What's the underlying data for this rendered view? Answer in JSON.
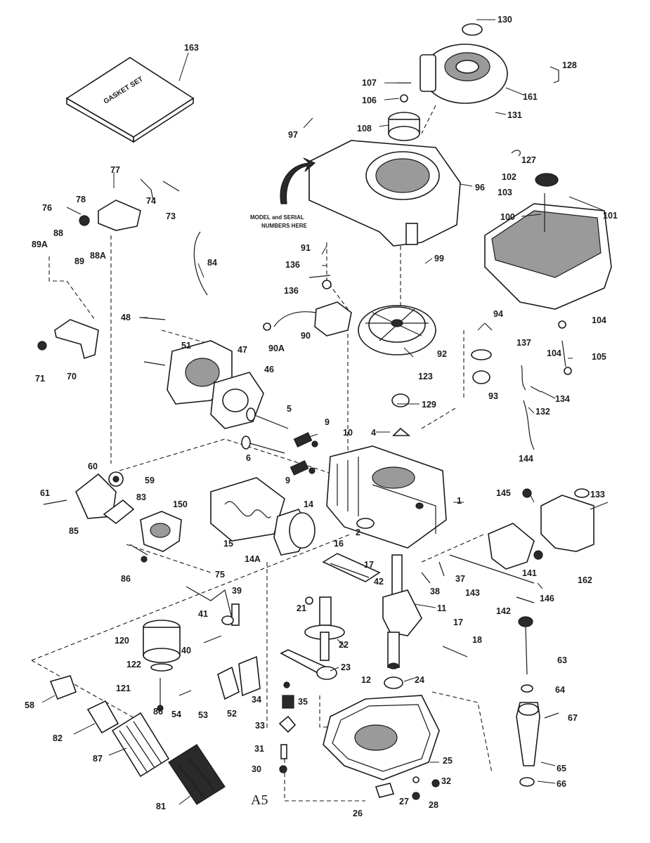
{
  "diagram": {
    "gasket_set_text": "GASKET SET",
    "model_note": [
      "MODEL and SERIAL",
      "NUMBERS HERE"
    ],
    "page_mark": "A5",
    "callouts": [
      {
        "id": "c130",
        "text": "130"
      },
      {
        "id": "c128",
        "text": "128"
      },
      {
        "id": "c161",
        "text": "161"
      },
      {
        "id": "c131",
        "text": "131"
      },
      {
        "id": "c107",
        "text": "107"
      },
      {
        "id": "c106",
        "text": "106"
      },
      {
        "id": "c108",
        "text": "108"
      },
      {
        "id": "c163",
        "text": "163"
      },
      {
        "id": "c97",
        "text": "97"
      },
      {
        "id": "c96",
        "text": "96"
      },
      {
        "id": "c127",
        "text": "127"
      },
      {
        "id": "c102",
        "text": "102"
      },
      {
        "id": "c103",
        "text": "103"
      },
      {
        "id": "c100",
        "text": "100"
      },
      {
        "id": "c101",
        "text": "101"
      },
      {
        "id": "c77",
        "text": "77"
      },
      {
        "id": "c78",
        "text": "78"
      },
      {
        "id": "c74",
        "text": "74"
      },
      {
        "id": "c73",
        "text": "73"
      },
      {
        "id": "c76",
        "text": "76"
      },
      {
        "id": "c88",
        "text": "88"
      },
      {
        "id": "c89A",
        "text": "89A"
      },
      {
        "id": "c89",
        "text": "89"
      },
      {
        "id": "c88A",
        "text": "88A"
      },
      {
        "id": "c84",
        "text": "84"
      },
      {
        "id": "c91",
        "text": "91"
      },
      {
        "id": "c136a",
        "text": "136"
      },
      {
        "id": "c136b",
        "text": "136"
      },
      {
        "id": "c99",
        "text": "99"
      },
      {
        "id": "c48",
        "text": "48"
      },
      {
        "id": "c90",
        "text": "90"
      },
      {
        "id": "c90A",
        "text": "90A"
      },
      {
        "id": "c94",
        "text": "94"
      },
      {
        "id": "c104a",
        "text": "104"
      },
      {
        "id": "c137",
        "text": "137"
      },
      {
        "id": "c104b",
        "text": "104"
      },
      {
        "id": "c105",
        "text": "105"
      },
      {
        "id": "c71",
        "text": "71"
      },
      {
        "id": "c70",
        "text": "70"
      },
      {
        "id": "c51",
        "text": "51"
      },
      {
        "id": "c47",
        "text": "47"
      },
      {
        "id": "c46",
        "text": "46"
      },
      {
        "id": "c92",
        "text": "92"
      },
      {
        "id": "c123",
        "text": "123"
      },
      {
        "id": "c93",
        "text": "93"
      },
      {
        "id": "c134",
        "text": "134"
      },
      {
        "id": "c132",
        "text": "132"
      },
      {
        "id": "c5",
        "text": "5"
      },
      {
        "id": "c129",
        "text": "129"
      },
      {
        "id": "c9a",
        "text": "9"
      },
      {
        "id": "c10",
        "text": "10"
      },
      {
        "id": "c4",
        "text": "4"
      },
      {
        "id": "c6",
        "text": "6"
      },
      {
        "id": "c9b",
        "text": "9"
      },
      {
        "id": "c144",
        "text": "144"
      },
      {
        "id": "c60",
        "text": "60"
      },
      {
        "id": "c59",
        "text": "59"
      },
      {
        "id": "c145",
        "text": "145"
      },
      {
        "id": "c133",
        "text": "133"
      },
      {
        "id": "c61",
        "text": "61"
      },
      {
        "id": "c83",
        "text": "83"
      },
      {
        "id": "c150",
        "text": "150"
      },
      {
        "id": "c14",
        "text": "14"
      },
      {
        "id": "c1",
        "text": "1"
      },
      {
        "id": "c85",
        "text": "85"
      },
      {
        "id": "c15",
        "text": "15"
      },
      {
        "id": "c14A",
        "text": "14A"
      },
      {
        "id": "c16",
        "text": "16"
      },
      {
        "id": "c2",
        "text": "2"
      },
      {
        "id": "c141",
        "text": "141"
      },
      {
        "id": "c162",
        "text": "162"
      },
      {
        "id": "c86",
        "text": "86"
      },
      {
        "id": "c17a",
        "text": "17"
      },
      {
        "id": "c42",
        "text": "42"
      },
      {
        "id": "c38",
        "text": "38"
      },
      {
        "id": "c37",
        "text": "37"
      },
      {
        "id": "c143",
        "text": "143"
      },
      {
        "id": "c146",
        "text": "146"
      },
      {
        "id": "c75",
        "text": "75"
      },
      {
        "id": "c39",
        "text": "39"
      },
      {
        "id": "c21",
        "text": "21"
      },
      {
        "id": "c11",
        "text": "11"
      },
      {
        "id": "c142",
        "text": "142"
      },
      {
        "id": "c41",
        "text": "41"
      },
      {
        "id": "c17b",
        "text": "17"
      },
      {
        "id": "c120",
        "text": "120"
      },
      {
        "id": "c22",
        "text": "22"
      },
      {
        "id": "c18",
        "text": "18"
      },
      {
        "id": "c40",
        "text": "40"
      },
      {
        "id": "c63",
        "text": "63"
      },
      {
        "id": "c122",
        "text": "122"
      },
      {
        "id": "c23",
        "text": "23"
      },
      {
        "id": "c12",
        "text": "12"
      },
      {
        "id": "c24",
        "text": "24"
      },
      {
        "id": "c121",
        "text": "121"
      },
      {
        "id": "c64",
        "text": "64"
      },
      {
        "id": "c86b",
        "text": "86"
      },
      {
        "id": "c34",
        "text": "34"
      },
      {
        "id": "c35",
        "text": "35"
      },
      {
        "id": "c54",
        "text": "54"
      },
      {
        "id": "c53",
        "text": "53"
      },
      {
        "id": "c52",
        "text": "52"
      },
      {
        "id": "c67",
        "text": "67"
      },
      {
        "id": "c33",
        "text": "33"
      },
      {
        "id": "c82",
        "text": "82"
      },
      {
        "id": "c31",
        "text": "31"
      },
      {
        "id": "c87",
        "text": "87"
      },
      {
        "id": "c25",
        "text": "25"
      },
      {
        "id": "c65",
        "text": "65"
      },
      {
        "id": "c30",
        "text": "30"
      },
      {
        "id": "c32",
        "text": "32"
      },
      {
        "id": "c66",
        "text": "66"
      },
      {
        "id": "c81",
        "text": "81"
      },
      {
        "id": "c26",
        "text": "26"
      },
      {
        "id": "c27",
        "text": "27"
      },
      {
        "id": "c28",
        "text": "28"
      },
      {
        "id": "c58",
        "text": "58"
      }
    ]
  }
}
